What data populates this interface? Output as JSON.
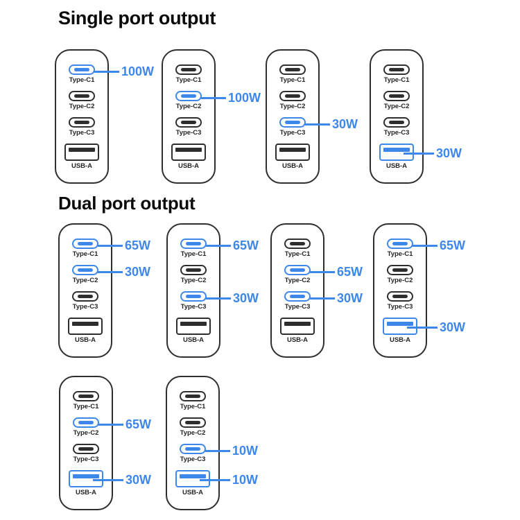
{
  "colors": {
    "accent_blue": "#3d87ea",
    "outline_dark": "#2e2e2e",
    "title_black": "#0b0b0b",
    "background": "#ffffff"
  },
  "sections": [
    {
      "title": "Single port output",
      "chargers": [
        {
          "ports": [
            {
              "label": "Type-C1",
              "type": "type-c",
              "active": true,
              "watt": "100W"
            },
            {
              "label": "Type-C2",
              "type": "type-c",
              "active": false
            },
            {
              "label": "Type-C3",
              "type": "type-c",
              "active": false
            },
            {
              "label": "USB-A",
              "type": "usb-a",
              "active": false
            }
          ]
        },
        {
          "ports": [
            {
              "label": "Type-C1",
              "type": "type-c",
              "active": false
            },
            {
              "label": "Type-C2",
              "type": "type-c",
              "active": true,
              "watt": "100W"
            },
            {
              "label": "Type-C3",
              "type": "type-c",
              "active": false
            },
            {
              "label": "USB-A",
              "type": "usb-a",
              "active": false
            }
          ]
        },
        {
          "ports": [
            {
              "label": "Type-C1",
              "type": "type-c",
              "active": false
            },
            {
              "label": "Type-C2",
              "type": "type-c",
              "active": false
            },
            {
              "label": "Type-C3",
              "type": "type-c",
              "active": true,
              "watt": "30W"
            },
            {
              "label": "USB-A",
              "type": "usb-a",
              "active": false
            }
          ]
        },
        {
          "ports": [
            {
              "label": "Type-C1",
              "type": "type-c",
              "active": false
            },
            {
              "label": "Type-C2",
              "type": "type-c",
              "active": false
            },
            {
              "label": "Type-C3",
              "type": "type-c",
              "active": false
            },
            {
              "label": "USB-A",
              "type": "usb-a",
              "active": true,
              "watt": "30W"
            }
          ]
        }
      ]
    },
    {
      "title": "Dual port output",
      "chargers": [
        {
          "ports": [
            {
              "label": "Type-C1",
              "type": "type-c",
              "active": true,
              "watt": "65W"
            },
            {
              "label": "Type-C2",
              "type": "type-c",
              "active": true,
              "watt": "30W"
            },
            {
              "label": "Type-C3",
              "type": "type-c",
              "active": false
            },
            {
              "label": "USB-A",
              "type": "usb-a",
              "active": false
            }
          ]
        },
        {
          "ports": [
            {
              "label": "Type-C1",
              "type": "type-c",
              "active": true,
              "watt": "65W"
            },
            {
              "label": "Type-C2",
              "type": "type-c",
              "active": false
            },
            {
              "label": "Type-C3",
              "type": "type-c",
              "active": true,
              "watt": "30W"
            },
            {
              "label": "USB-A",
              "type": "usb-a",
              "active": false
            }
          ]
        },
        {
          "ports": [
            {
              "label": "Type-C1",
              "type": "type-c",
              "active": false
            },
            {
              "label": "Type-C2",
              "type": "type-c",
              "active": true,
              "watt": "65W"
            },
            {
              "label": "Type-C3",
              "type": "type-c",
              "active": true,
              "watt": "30W"
            },
            {
              "label": "USB-A",
              "type": "usb-a",
              "active": false
            }
          ]
        },
        {
          "ports": [
            {
              "label": "Type-C1",
              "type": "type-c",
              "active": true,
              "watt": "65W"
            },
            {
              "label": "Type-C2",
              "type": "type-c",
              "active": false
            },
            {
              "label": "Type-C3",
              "type": "type-c",
              "active": false
            },
            {
              "label": "USB-A",
              "type": "usb-a",
              "active": true,
              "watt": "30W"
            }
          ]
        },
        {
          "ports": [
            {
              "label": "Type-C1",
              "type": "type-c",
              "active": false
            },
            {
              "label": "Type-C2",
              "type": "type-c",
              "active": true,
              "watt": "65W"
            },
            {
              "label": "Type-C3",
              "type": "type-c",
              "active": false
            },
            {
              "label": "USB-A",
              "type": "usb-a",
              "active": true,
              "watt": "30W"
            }
          ]
        },
        {
          "ports": [
            {
              "label": "Type-C1",
              "type": "type-c",
              "active": false
            },
            {
              "label": "Type-C2",
              "type": "type-c",
              "active": false
            },
            {
              "label": "Type-C3",
              "type": "type-c",
              "active": true,
              "watt": "10W"
            },
            {
              "label": "USB-A",
              "type": "usb-a",
              "active": true,
              "watt": "10W"
            }
          ]
        }
      ]
    }
  ]
}
